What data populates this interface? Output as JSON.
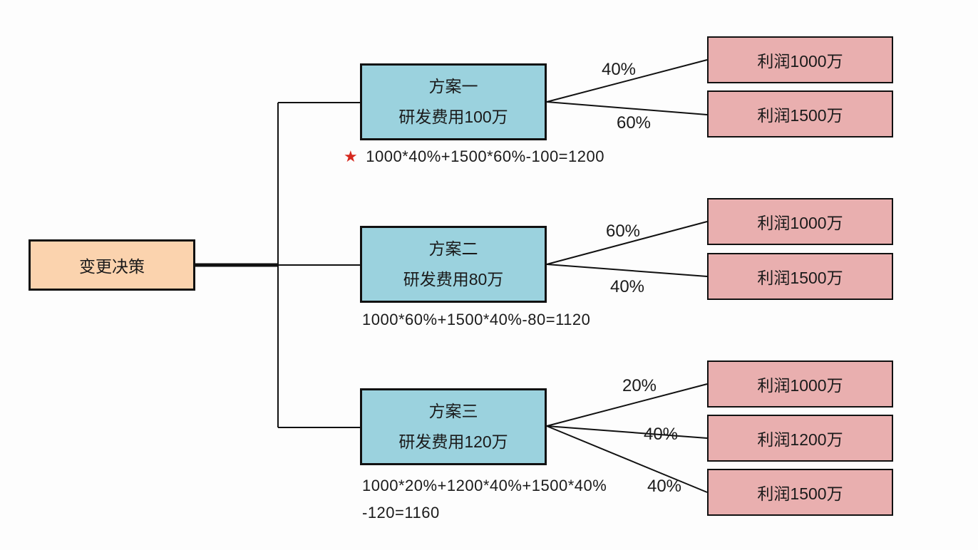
{
  "diagram": {
    "root": {
      "label": "变更决策"
    },
    "star_glyph": "★",
    "plans": [
      {
        "title": "方案一",
        "subtitle": "研发费用100万",
        "starred": true,
        "formula_lines": [
          "1000*40%+1500*60%-100=1200"
        ],
        "branches": [
          {
            "probability": "40%",
            "outcome": "利润1000万"
          },
          {
            "probability": "60%",
            "outcome": "利润1500万"
          }
        ]
      },
      {
        "title": "方案二",
        "subtitle": "研发费用80万",
        "starred": false,
        "formula_lines": [
          "1000*60%+1500*40%-80=1120"
        ],
        "branches": [
          {
            "probability": "60%",
            "outcome": "利润1000万"
          },
          {
            "probability": "40%",
            "outcome": "利润1500万"
          }
        ]
      },
      {
        "title": "方案三",
        "subtitle": "研发费用120万",
        "starred": false,
        "formula_lines": [
          "1000*20%+1200*40%+1500*40%",
          "-120=1160"
        ],
        "branches": [
          {
            "probability": "20%",
            "outcome": "利润1000万"
          },
          {
            "probability": "40%",
            "outcome": "利润1200万"
          },
          {
            "probability": "40%",
            "outcome": "利润1500万"
          }
        ]
      }
    ],
    "colors": {
      "root_fill": "#fbd3ae",
      "plan_fill": "#9bd2de",
      "outcome_fill": "#e9afaf",
      "border": "#111111",
      "line": "#111111",
      "star": "#d6281e",
      "text": "#1a1a1a",
      "background": "#fdfdfd"
    }
  }
}
